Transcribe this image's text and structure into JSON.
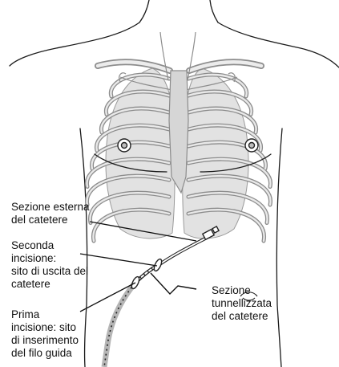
{
  "labels": {
    "external_section": [
      "Sezione esterna",
      "del catetere"
    ],
    "second_incision": [
      "Seconda",
      "incisione:",
      "sito di uscita del",
      "catetere"
    ],
    "first_incision": [
      "Prima",
      "incisione: sito",
      "di inserimento",
      "del filo guida"
    ],
    "tunneled_section": [
      "Sezione",
      "tunnellizzata",
      "del catetere"
    ]
  },
  "colors": {
    "outline": "#1a1a1a",
    "bone_fill": "#d6d6d6",
    "bone_stroke": "#8c8c8c",
    "leader": "#111111",
    "catheter": "#222222"
  }
}
